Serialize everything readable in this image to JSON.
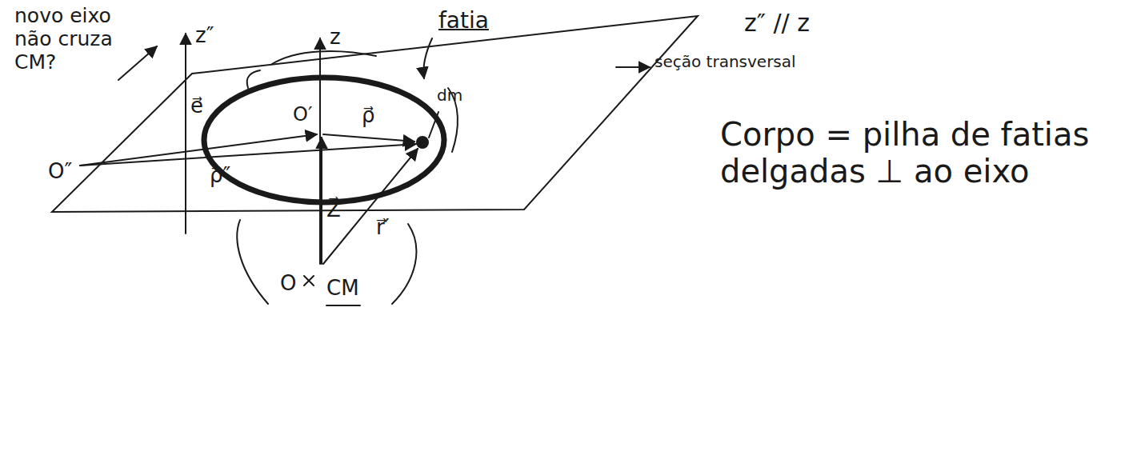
{
  "diagram": {
    "labels": [
      "novo eixo não cruza CM?",
      "z″",
      "z",
      "fatia",
      "z″ // z",
      "seção transversal",
      "e⃗",
      "O′",
      "ρ⃗",
      "dm",
      "Corpo = pilha de fatias delgadas ⊥ ao eixo",
      "O″",
      "ρ⃗″",
      "Z⃗",
      "r⃗′",
      "O",
      "CM"
    ]
  }
}
